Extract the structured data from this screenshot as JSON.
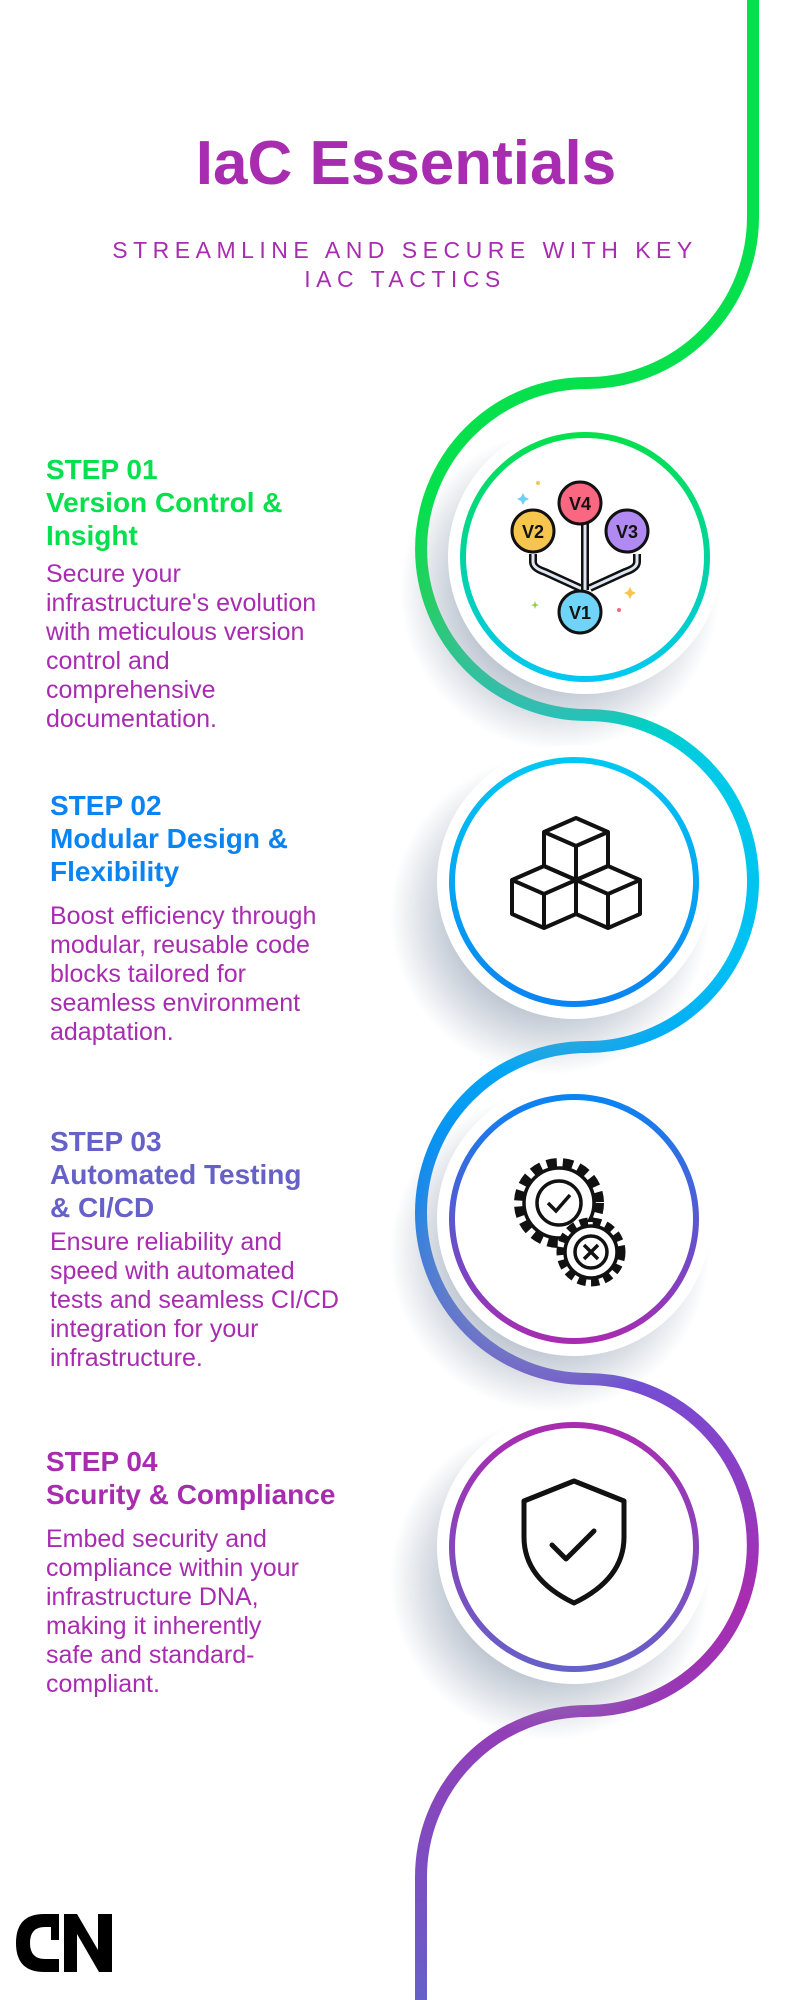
{
  "header": {
    "title": "IaC Essentials",
    "subtitle_lines": [
      "STREAMLINE AND SECURE WITH KEY",
      "IAC TACTICS"
    ]
  },
  "steps": [
    {
      "number": "STEP 01",
      "title_lines": [
        "Version Control &",
        "Insight"
      ],
      "body_lines": [
        "Secure your",
        "infrastructure's evolution",
        "with meticulous version",
        "control and",
        "comprehensive",
        "documentation."
      ],
      "color": "#05e04c",
      "icon": "version-branches-icon"
    },
    {
      "number": "STEP 02",
      "title_lines": [
        "Modular Design &",
        "Flexibility"
      ],
      "body_lines": [
        "Boost efficiency through",
        "modular, reusable code",
        "blocks tailored for",
        "seamless environment",
        "adaptation."
      ],
      "color": "#0a84f2",
      "icon": "cubes-icon"
    },
    {
      "number": "STEP 03",
      "title_lines": [
        "Automated Testing",
        "& CI/CD"
      ],
      "body_lines": [
        "Ensure reliability and",
        "speed with automated",
        "tests and seamless CI/CD",
        "integration for your",
        "infrastructure."
      ],
      "color": "#6660c9",
      "icon": "gears-check-icon"
    },
    {
      "number": "STEP 04",
      "title_lines": [
        "Scurity & Compliance"
      ],
      "body_lines": [
        "Embed security and",
        "compliance within your",
        "infrastructure DNA,",
        "making it inherently",
        "safe and standard-",
        "compliant."
      ],
      "color": "#a82cb0",
      "icon": "shield-check-icon"
    }
  ],
  "icon_labels": [
    "V4",
    "V2",
    "V3",
    "V1"
  ],
  "logo_text": "CN",
  "colors": {
    "text": "#a82cb0",
    "green": "#05e04c",
    "cyan": "#00c8f2",
    "blue": "#0a84f2",
    "purple": "#a82cb0",
    "slate": "#6660c9"
  }
}
